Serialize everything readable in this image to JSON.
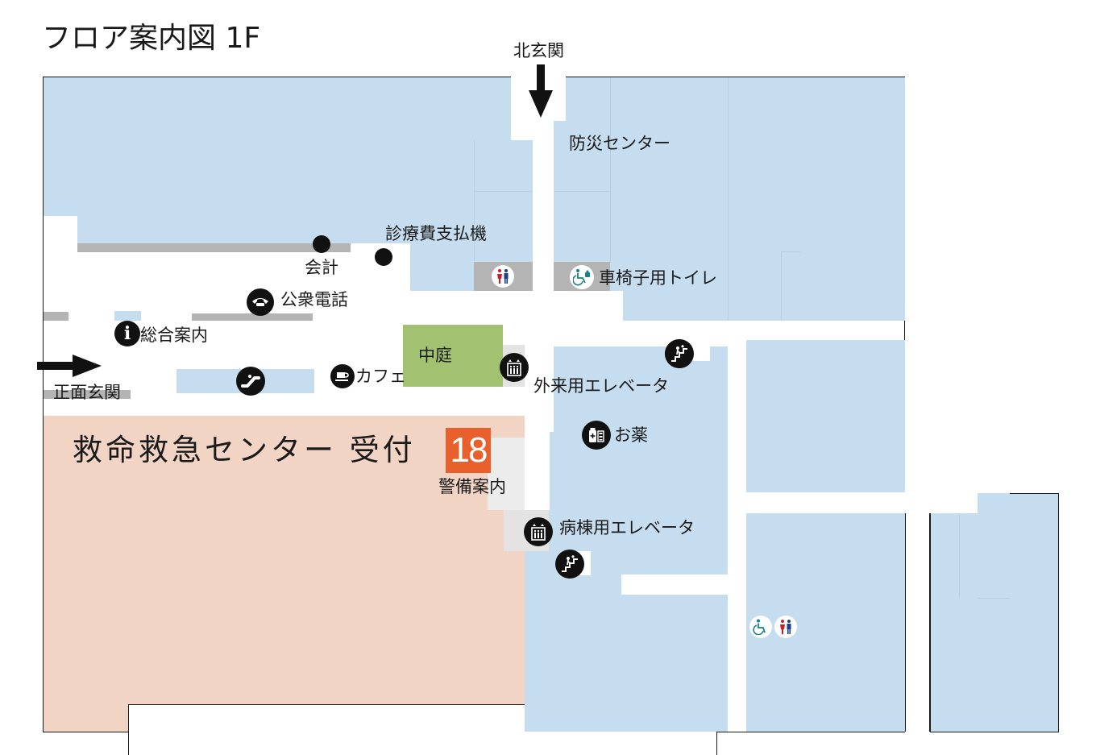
{
  "title": "フロア案内図 1F",
  "labels": {
    "north_entrance": "北玄関",
    "front_entrance": "正面玄関",
    "disaster_center": "防災センター",
    "payment_machine": "診療費支払機",
    "cashier": "会計",
    "public_phone": "公衆電話",
    "info_desk": "総合案内",
    "cafe": "カフェ",
    "courtyard": "中庭",
    "outpatient_elevator": "外来用エレベータ",
    "pharmacy": "お薬",
    "security_desk": "警備案内",
    "ward_elevator": "病棟用エレベータ",
    "wheelchair_toilet": "車椅子用トイレ",
    "emergency_center": "救命救急センター 受付",
    "reception_number": "18"
  },
  "colors": {
    "room": "#c6ddef",
    "emergency": "#f2d4c4",
    "courtyard": "#a3c271",
    "badge": "#e8602c",
    "toilet_male": "#1a3f8f",
    "toilet_female": "#c8202a",
    "wheelchair": "#1a7f86"
  },
  "icons": {
    "arrow": "arrow-icon",
    "info": "info-icon",
    "phone": "phone-icon",
    "cafe": "cafe-icon",
    "escalator": "escalator-icon",
    "elevator": "elevator-icon",
    "stairs": "stairs-icon",
    "pharmacy": "medicine-icon",
    "toilet": "restroom-icon",
    "wheelchair": "wheelchair-icon"
  }
}
